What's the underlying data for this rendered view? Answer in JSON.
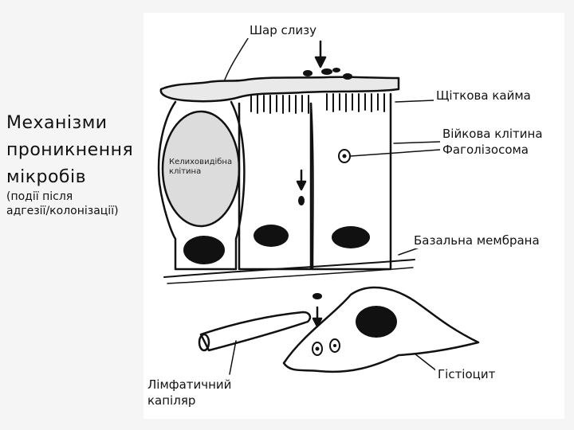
{
  "title_lines": [
    "Механізми",
    "проникнення",
    "мікробів"
  ],
  "subtitle_lines": [
    "(події після",
    "адгезії/колонізації)"
  ],
  "labels": {
    "mucus_layer": "Шар слизу",
    "brush_border": "Щіткова кайма",
    "ciliated_cell": "Війкова клітина",
    "phagolysosome": "Фаголізосома",
    "goblet_cell_lines": [
      "Келиховидібна",
      "клітина"
    ],
    "basal_membrane": "Базальна мембрана",
    "lymph_capillary_lines": [
      "Лімфатичний",
      "капіляр"
    ],
    "histiocyte": "Гістіоцит"
  }
}
